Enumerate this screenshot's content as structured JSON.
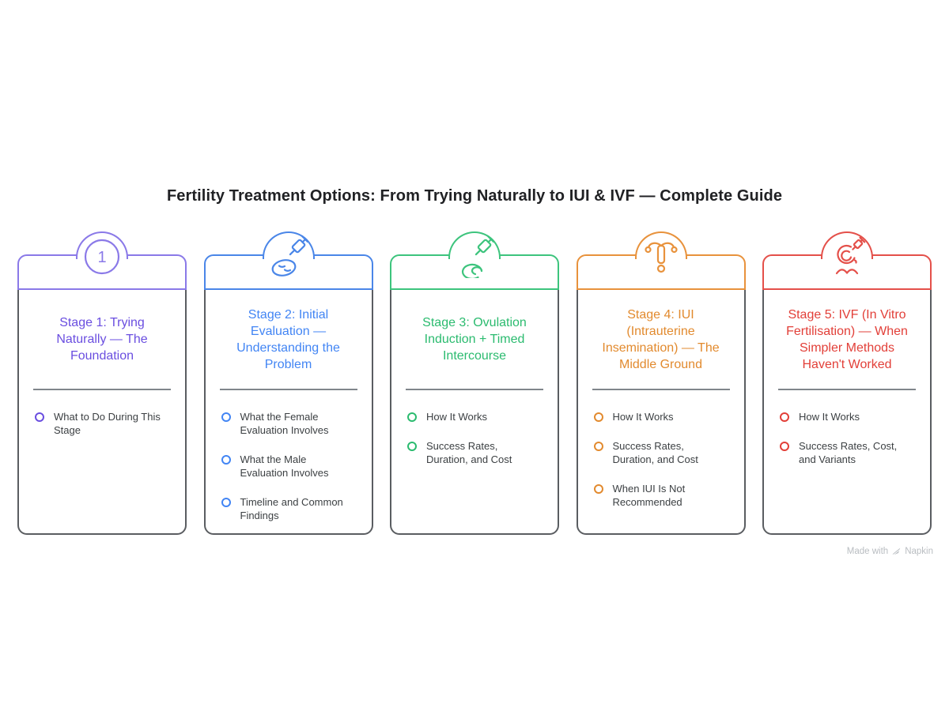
{
  "page": {
    "title": "Fertility Treatment Options: From Trying Naturally to IUI & IVF — Complete Guide",
    "background_color": "#ffffff",
    "title_color": "#202124"
  },
  "styles": {
    "card_body_border": "#5a5d61",
    "divider_color": "#80868b",
    "item_text_color": "#3c4043"
  },
  "stages": [
    {
      "badge": "1",
      "icon": "number-1-badge-icon",
      "border_color": "#8a79e8",
      "accent_color": "#6a4ee0",
      "title": "Stage 1: Trying Naturally — The Foundation",
      "items": [
        "What to Do During This Stage"
      ]
    },
    {
      "icon": "syringe-petri-dish-icon",
      "border_color": "#4a86e8",
      "accent_color": "#4285f4",
      "title": "Stage 2: Initial Evaluation — Understanding the Problem",
      "items": [
        "What the Female Evaluation Involves",
        "What the Male Evaluation Involves",
        "Timeline and Common Findings"
      ]
    },
    {
      "icon": "syringe-ovary-coil-icon",
      "border_color": "#3dc47d",
      "accent_color": "#2bbb6f",
      "title": "Stage 3: Ovulation Induction + Timed Intercourse",
      "items": [
        "How It Works",
        "Success Rates, Duration, and Cost"
      ]
    },
    {
      "icon": "iui-device-icon",
      "border_color": "#e8923c",
      "accent_color": "#e28a2e",
      "title": "Stage 4: IUI (Intrauterine Insemination) — The Middle Ground",
      "items": [
        "How It Works",
        "Success Rates, Duration, and Cost",
        "When IUI Is Not Recommended"
      ]
    },
    {
      "icon": "ivf-icsi-injection-icon",
      "border_color": "#e4504a",
      "accent_color": "#e23f38",
      "title": "Stage 5: IVF (In Vitro Fertilisation) — When Simpler Methods Haven't Worked",
      "items": [
        "How It Works",
        "Success Rates, Cost, and Variants"
      ]
    }
  ],
  "watermark": {
    "text_prefix": "Made with",
    "brand": "Napkin",
    "logo_icon": "napkin-quill-icon",
    "color": "#b9bdc1"
  }
}
